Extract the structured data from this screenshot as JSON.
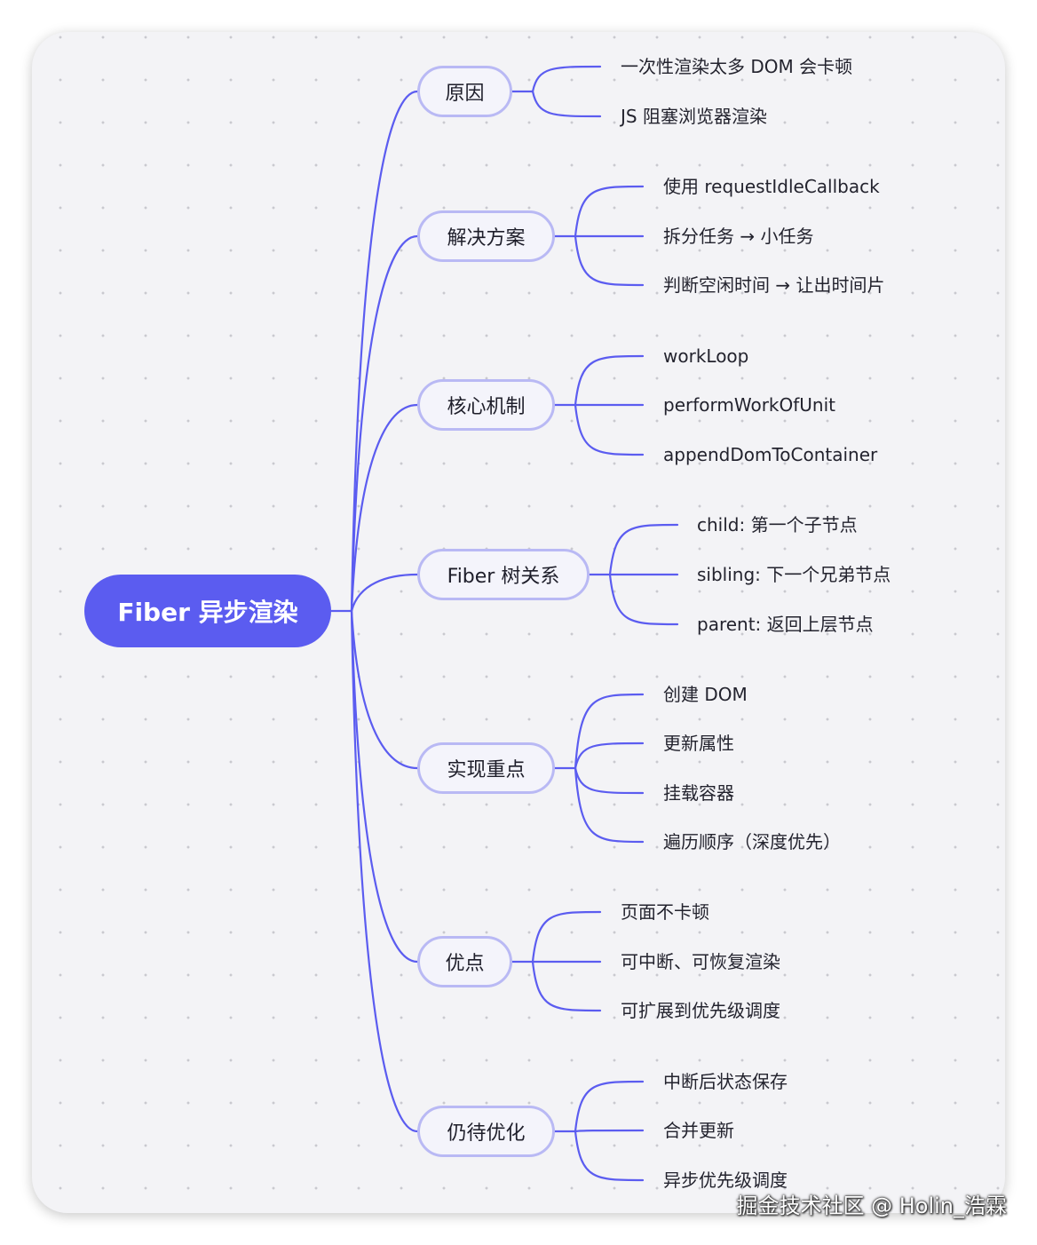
{
  "root": "Fiber 异步渲染",
  "branches": [
    {
      "label": "原因",
      "leaves": [
        "一次性渲染太多 DOM 会卡顿",
        "JS 阻塞浏览器渲染"
      ]
    },
    {
      "label": "解决方案",
      "leaves": [
        "使用 requestIdleCallback",
        "拆分任务 → 小任务",
        "判断空闲时间 → 让出时间片"
      ]
    },
    {
      "label": "核心机制",
      "leaves": [
        "workLoop",
        "performWorkOfUnit",
        "appendDomToContainer"
      ]
    },
    {
      "label": "Fiber 树关系",
      "leaves": [
        "child: 第一个子节点",
        "sibling: 下一个兄弟节点",
        "parent: 返回上层节点"
      ]
    },
    {
      "label": "实现重点",
      "leaves": [
        "创建 DOM",
        "更新属性",
        "挂载容器",
        "遍历顺序（深度优先）"
      ]
    },
    {
      "label": "优点",
      "leaves": [
        "页面不卡顿",
        "可中断、可恢复渲染",
        "可扩展到优先级调度"
      ]
    },
    {
      "label": "仍待优化",
      "leaves": [
        "中断后状态保存",
        "合并更新",
        "异步优先级调度"
      ]
    }
  ],
  "watermark": "掘金技术社区 @ Holin_浩霖",
  "colors": {
    "line": "#5b5cf0",
    "root_fill": "#5b5cf0",
    "branch_border": "#b9b9f4",
    "background": "#f3f3f6"
  }
}
